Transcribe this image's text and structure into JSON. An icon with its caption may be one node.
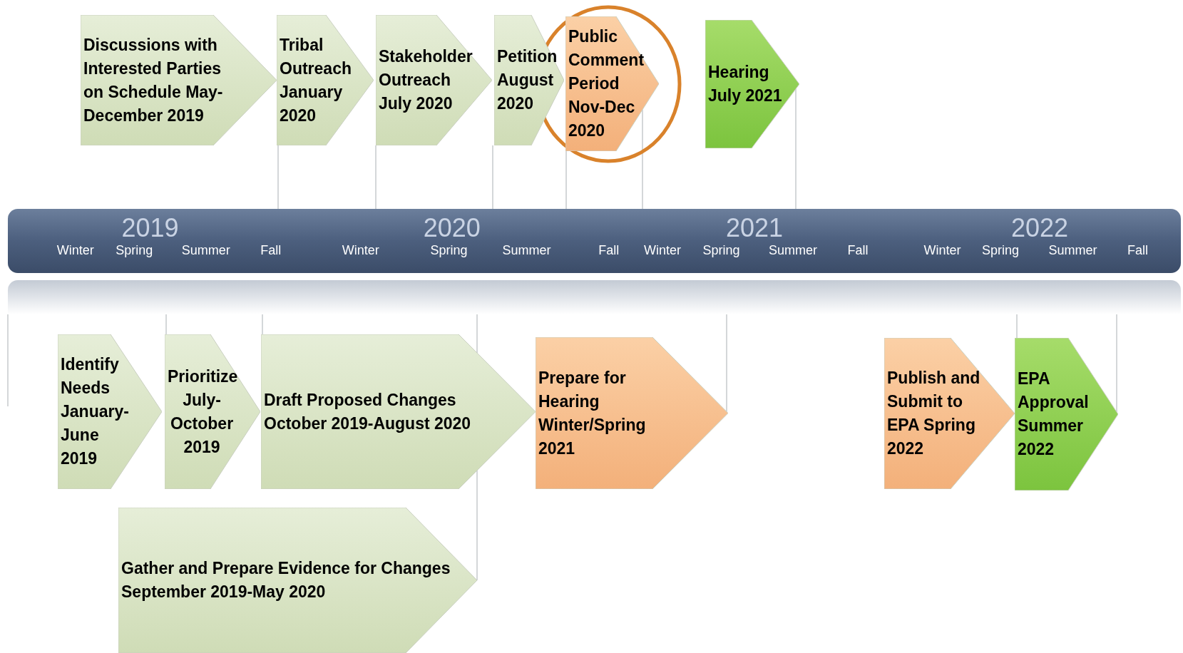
{
  "diagram": {
    "nodes": [
      {
        "text": [
          "Discussions with Interested Parties on Schedule May-December 2019"
        ]
      },
      {
        "text": [
          "Tribal Outreach January 2020"
        ]
      },
      {
        "text": [
          "Stakeholder Outreach July 2020"
        ]
      },
      {
        "text": [
          "Petition August 2020"
        ]
      },
      {
        "text": [
          "Public Comment Period Nov-Dec 2020"
        ]
      },
      {
        "text": [
          "Hearing July 2021"
        ]
      },
      {
        "text": [
          "Identify Needs January-June 2019"
        ]
      },
      {
        "text": [
          "Prioritize July-October 2019"
        ]
      },
      {
        "text": [
          "Draft Proposed Changes October 2019-August 2020"
        ]
      },
      {
        "text": [
          "Prepare for Hearing Winter/Spring 2021"
        ]
      },
      {
        "text": [
          "Publish and Submit to EPA Spring 2022"
        ]
      },
      {
        "text": [
          "EPA Approval Summer 2022"
        ]
      },
      {
        "text": [
          "Gather and Prepare Evidence for Changes September 2019-May 2020"
        ]
      },
      {
        "text": [
          "2019",
          "2020",
          "2021",
          "2022",
          "Winter",
          "Spring",
          "Summer",
          "Fall",
          "Winter",
          "Spring",
          "Summer",
          "Fall",
          "Winter",
          "Spring",
          "Summer",
          "Fall",
          "Winter",
          "Spring",
          "Summer",
          "Fall"
        ]
      }
    ],
    "edges": [
      {
        "from": 1,
        "to": 13,
        "arrow": "none"
      },
      {
        "from": 2,
        "to": 13,
        "arrow": "none"
      },
      {
        "from": 3,
        "to": 13,
        "arrow": "none"
      },
      {
        "from": 4,
        "to": 13,
        "arrow": "none"
      },
      {
        "from": 4,
        "to": 13,
        "arrow": "none"
      },
      {
        "from": 5,
        "to": 13,
        "arrow": "none"
      },
      {
        "from": 13,
        "to": null,
        "arrow": "none"
      },
      {
        "from": 13,
        "to": 7,
        "arrow": "none"
      },
      {
        "from": 13,
        "to": 8,
        "arrow": "none"
      },
      {
        "from": 13,
        "to": 8,
        "arrow": "none"
      },
      {
        "from": 13,
        "to": 9,
        "arrow": "none"
      },
      {
        "from": 13,
        "to": 11,
        "arrow": "none"
      },
      {
        "from": 13,
        "to": 11,
        "arrow": "none"
      },
      {
        "from": 8,
        "to": 12,
        "arrow": "none"
      }
    ]
  }
}
